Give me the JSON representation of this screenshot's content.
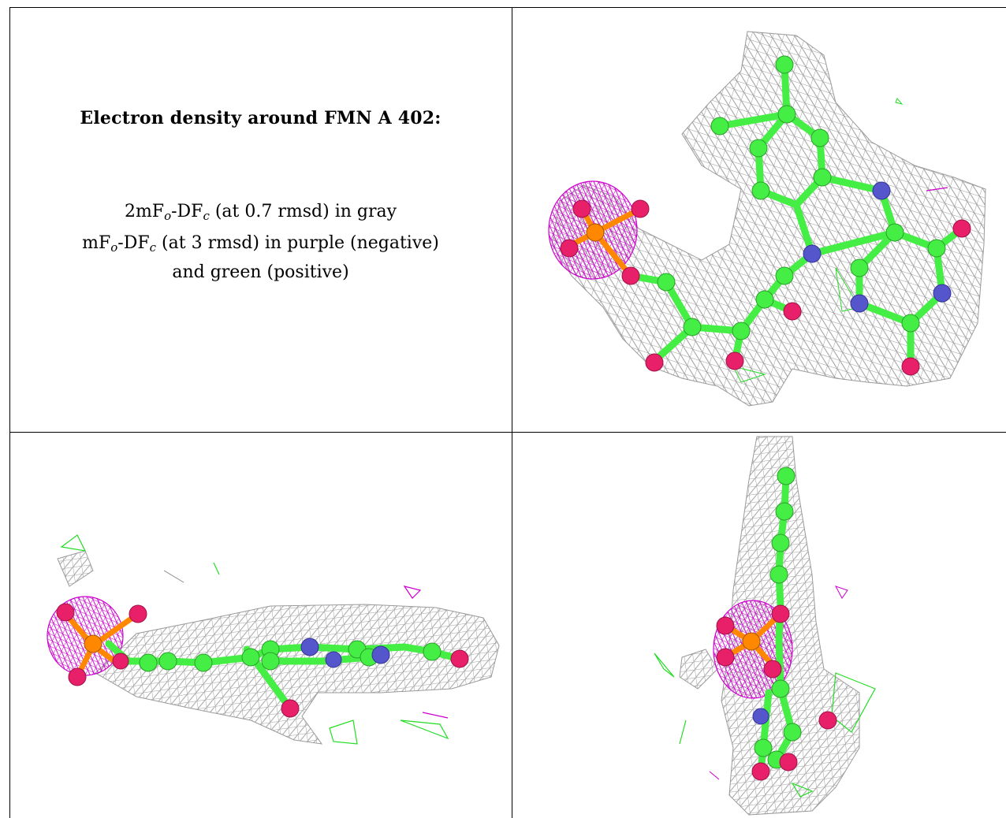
{
  "caption": {
    "title": "Electron density around FMN A 402:",
    "line1": {
      "a": "2mF",
      "b": "o",
      "c": "-DF",
      "d": "c",
      "e": " (at 0.7 rmsd) in gray"
    },
    "line2": {
      "a": "mF",
      "b": "o",
      "c": "-DF",
      "d": "c",
      "e": " (at 3 rmsd) in purple (negative)"
    },
    "line3": "and green (positive)"
  },
  "colors": {
    "mesh_2fofc": "#9a9a9a",
    "mesh_negative": "#cc00cc",
    "mesh_positive": "#22dd22",
    "carbon": "#44ee44",
    "nitrogen": "#5555cc",
    "oxygen": "#e8206a",
    "phosphorus": "#ff8800"
  },
  "panels": [
    "view-top-right",
    "view-bottom-left",
    "view-bottom-right"
  ]
}
